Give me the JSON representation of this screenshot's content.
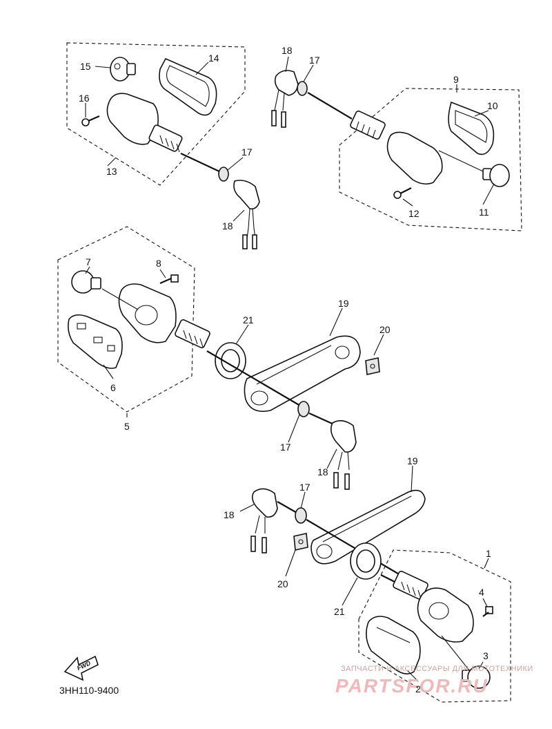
{
  "diagram": {
    "part_code": "3HH110-9400",
    "fwd_label": "FWD",
    "callouts": {
      "c1": "1",
      "c2": "2",
      "c3": "3",
      "c4": "4",
      "c5": "5",
      "c6": "6",
      "c7": "7",
      "c8": "8",
      "c9": "9",
      "c10": "10",
      "c11": "11",
      "c12": "12",
      "c13": "13",
      "c14": "14",
      "c15": "15",
      "c16": "16",
      "c17a": "17",
      "c17b": "17",
      "c17c": "17",
      "c17d": "17",
      "c18a": "18",
      "c18b": "18",
      "c18c": "18",
      "c18d": "18",
      "c19a": "19",
      "c19b": "19",
      "c20a": "20",
      "c20b": "20",
      "c21a": "21",
      "c21b": "21"
    }
  },
  "watermark": {
    "line1": "ЗАПЧАСТИ И АКСЕССУАРЫ ДЛЯ МОТОТЕХНИКИ",
    "line2": "PARTSFOR.RU"
  }
}
